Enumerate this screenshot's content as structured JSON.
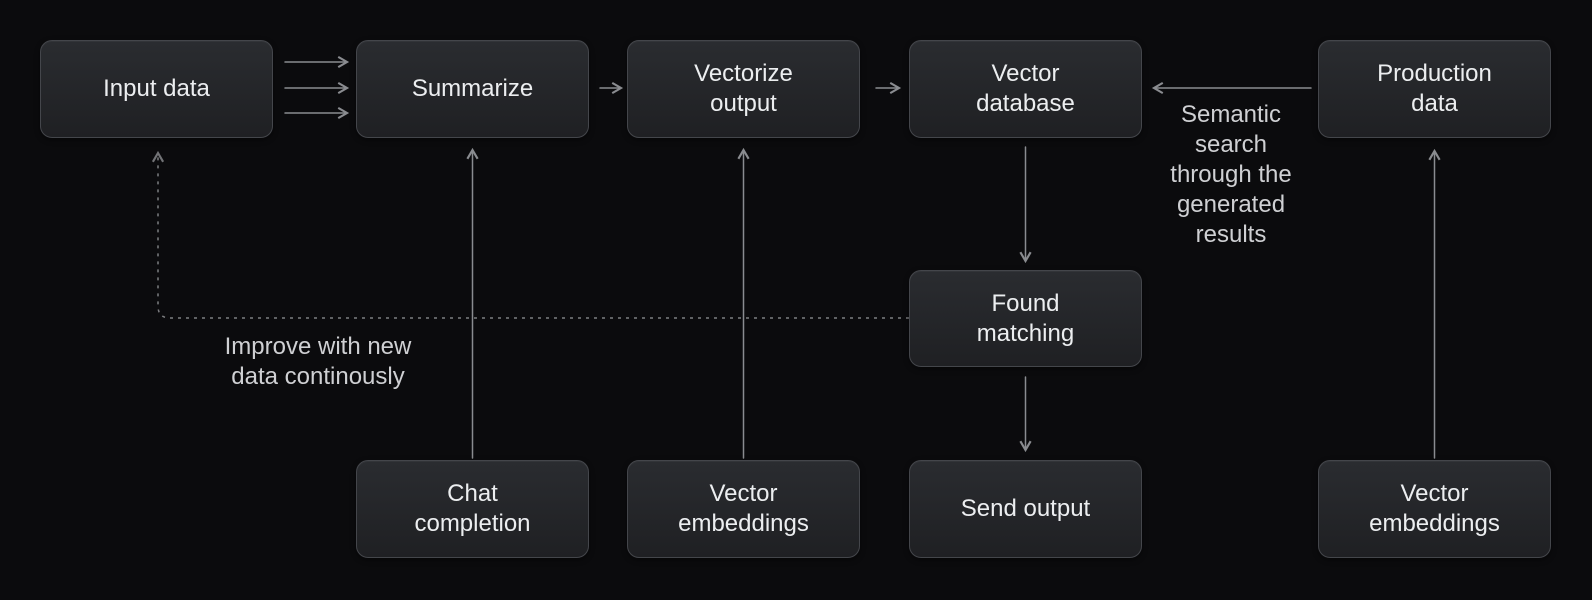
{
  "diagram": {
    "nodes": {
      "input_data": {
        "label": "Input data"
      },
      "summarize": {
        "label": "Summarize"
      },
      "vectorize_output": {
        "label": "Vectorize output"
      },
      "vector_database": {
        "label": "Vector database"
      },
      "production_data": {
        "label": "Production data"
      },
      "found_matching": {
        "label": "Found matching"
      },
      "chat_completion": {
        "label": "Chat completion"
      },
      "vector_embeddings_left": {
        "label": "Vector embeddings"
      },
      "send_output": {
        "label": "Send output"
      },
      "vector_embeddings_right": {
        "label": "Vector embeddings"
      }
    },
    "annotations": {
      "semantic_search": {
        "text": "Semantic search through the generated results",
        "lines": [
          "Semantic",
          "search",
          "through the",
          "generated",
          "results"
        ]
      },
      "improve": {
        "text": "Improve with new data continously",
        "lines": [
          "Improve with new",
          "data continously"
        ]
      }
    },
    "colors": {
      "background": "#0b0b0d",
      "node_fill_top": "#2a2c30",
      "node_fill_bottom": "#1f2023",
      "node_border": "#44464b",
      "node_text": "#eceef0",
      "annotation_text": "#cfd0d3",
      "arrow": "#8a8c90",
      "dashed_arrow": "#a4a5a8"
    }
  }
}
